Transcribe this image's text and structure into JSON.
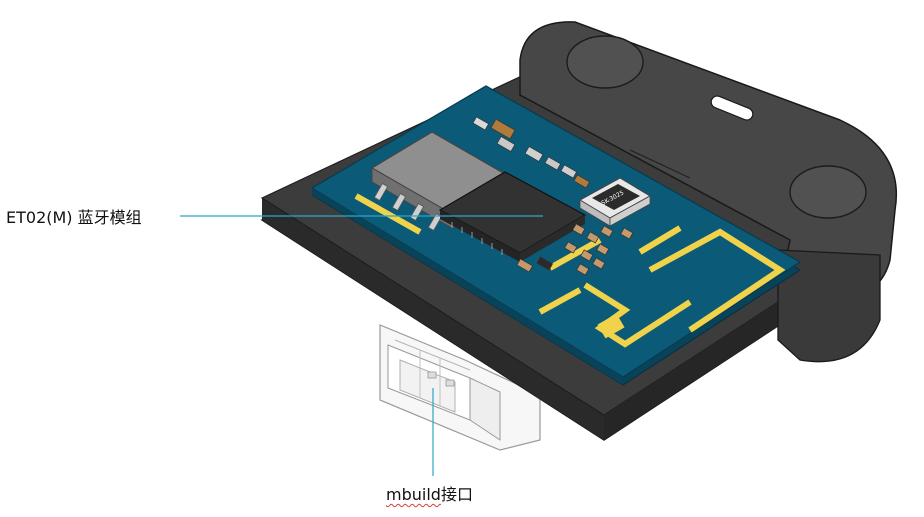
{
  "labels": {
    "module": "ET02(M) 蓝牙模组",
    "port_word": "mbuild",
    "port_suffix": "接口"
  },
  "chip_marking": "SK-3025",
  "colors": {
    "pcb": "#0b5a78",
    "pcb_edge": "#08435a",
    "antenna": "#f0d34a",
    "housing": "#3a3a3a",
    "housing_top": "#4a4a4a",
    "chip": "#2e2e2e",
    "leader_line": "#2aa7c6"
  }
}
